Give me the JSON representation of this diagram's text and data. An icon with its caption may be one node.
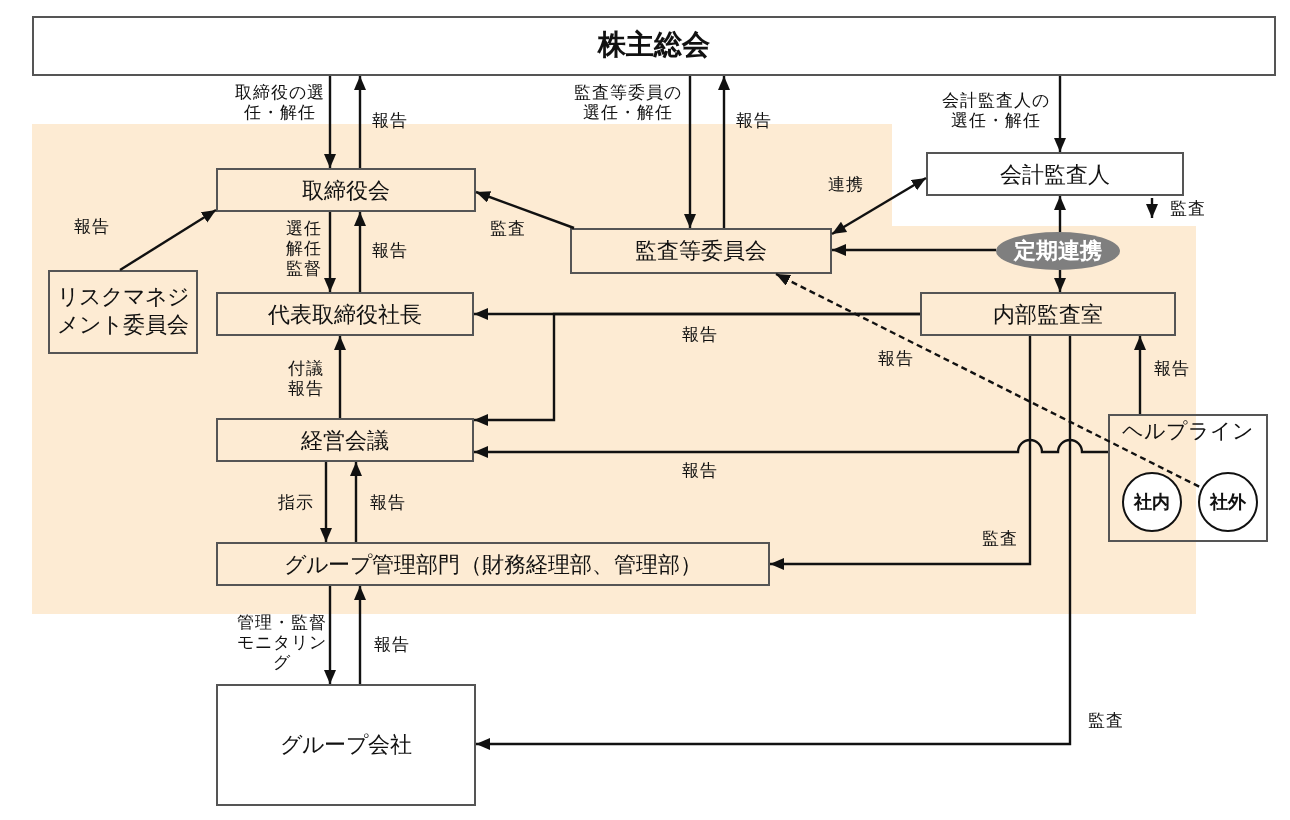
{
  "diagram": {
    "nodes": [
      {
        "text": [
          "株主総会"
        ]
      },
      {
        "text": [
          "取締役会"
        ]
      },
      {
        "text": [
          "監査等委員会"
        ]
      },
      {
        "text": [
          "会計監査人"
        ]
      },
      {
        "text": [
          "定期連携"
        ]
      },
      {
        "text": [
          "リスクマネジメント委員会"
        ]
      },
      {
        "text": [
          "代表取締役社長"
        ]
      },
      {
        "text": [
          "内部監査室"
        ]
      },
      {
        "text": [
          "経営会議"
        ]
      },
      {
        "text": [
          "ヘルプライン"
        ]
      },
      {
        "text": [
          "社内"
        ],
        "in": 9
      },
      {
        "text": [
          "社外"
        ],
        "in": 9
      },
      {
        "text": [
          "グループ管理部門（財務経理部、管理部）"
        ]
      },
      {
        "text": [
          "グループ会社"
        ]
      }
    ],
    "edges": [
      {
        "from": 0,
        "to": 1,
        "arrow": "to",
        "label": "取締役の選任・解任"
      },
      {
        "from": 1,
        "to": 0,
        "arrow": "to",
        "label": "報告"
      },
      {
        "from": 0,
        "to": 2,
        "arrow": "to",
        "label": "監査等委員の選任・解任"
      },
      {
        "from": 2,
        "to": 0,
        "arrow": "to",
        "label": "報告"
      },
      {
        "from": 0,
        "to": 3,
        "arrow": "to",
        "label": "会計監査人の選任・解任"
      },
      {
        "from": 2,
        "to": 1,
        "arrow": "to",
        "label": "監査"
      },
      {
        "from": 2,
        "to": 3,
        "arrow": "both",
        "label": "連携"
      },
      {
        "from": 4,
        "to": 2,
        "arrow": "to"
      },
      {
        "from": 4,
        "to": 3,
        "arrow": "to"
      },
      {
        "from": 4,
        "to": 7,
        "arrow": "to"
      },
      {
        "from": 5,
        "to": 1,
        "arrow": "to",
        "label": "報告"
      },
      {
        "from": 1,
        "to": 6,
        "arrow": "to",
        "label": "選任解任監督"
      },
      {
        "from": 6,
        "to": 1,
        "arrow": "to",
        "label": "報告"
      },
      {
        "from": 8,
        "to": 6,
        "arrow": "to",
        "label": "付議報告"
      },
      {
        "from": 8,
        "to": 12,
        "arrow": "to",
        "label": "指示"
      },
      {
        "from": 12,
        "to": 8,
        "arrow": "to",
        "label": "報告"
      },
      {
        "from": 12,
        "to": 13,
        "arrow": "to",
        "label": "管理・監督モニタリング"
      },
      {
        "from": 13,
        "to": 12,
        "arrow": "to",
        "label": "報告"
      },
      {
        "from": 7,
        "to": 6,
        "arrow": "to",
        "label": "報告"
      },
      {
        "from": 7,
        "to": 8,
        "arrow": "to"
      },
      {
        "from": 9,
        "to": 8,
        "arrow": "to",
        "label": "報告"
      },
      {
        "from": 9,
        "to": 7,
        "arrow": "to",
        "label": "報告"
      },
      {
        "from": 11,
        "to": 2,
        "arrow": "to",
        "style": "dashed",
        "label": "報告"
      },
      {
        "from": 7,
        "to": 12,
        "arrow": "to",
        "label": "監査"
      },
      {
        "from": 7,
        "to": 13,
        "arrow": "to",
        "label": "監査"
      }
    ],
    "labels": [
      "監査"
    ]
  }
}
